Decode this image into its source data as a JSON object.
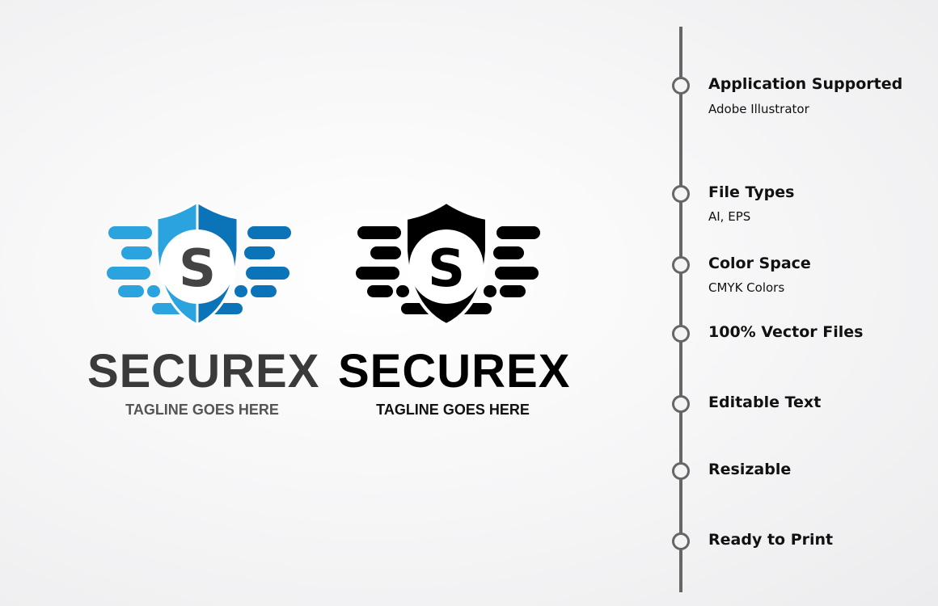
{
  "logos": [
    {
      "variant": "color",
      "monogram": "S",
      "brand": "SECUREX",
      "tagline": "TAGLINE GOES HERE",
      "colors": {
        "shield_left": "#2aa3de",
        "shield_right": "#0b73b8",
        "wings_left": "#2aa3de",
        "wings_right": "#0b73b8",
        "monogram": "#444444",
        "brand_text": "#3a3a3a",
        "tagline_text": "#555555"
      }
    },
    {
      "variant": "black",
      "monogram": "S",
      "brand": "SECUREX",
      "tagline": "TAGLINE GOES HERE",
      "colors": {
        "shield_left": "#000000",
        "shield_right": "#000000",
        "wings_left": "#000000",
        "wings_right": "#000000",
        "monogram": "#000000",
        "brand_text": "#000000",
        "tagline_text": "#111111"
      }
    }
  ],
  "features": [
    {
      "title": "Application Supported",
      "subtitle": "Adobe Illustrator"
    },
    {
      "title": "File Types",
      "subtitle": "AI, EPS"
    },
    {
      "title": "Color Space",
      "subtitle": "CMYK Colors"
    },
    {
      "title": "100% Vector Files",
      "subtitle": ""
    },
    {
      "title": "Editable Text",
      "subtitle": ""
    },
    {
      "title": "Resizable",
      "subtitle": ""
    },
    {
      "title": "Ready to Print",
      "subtitle": ""
    }
  ]
}
